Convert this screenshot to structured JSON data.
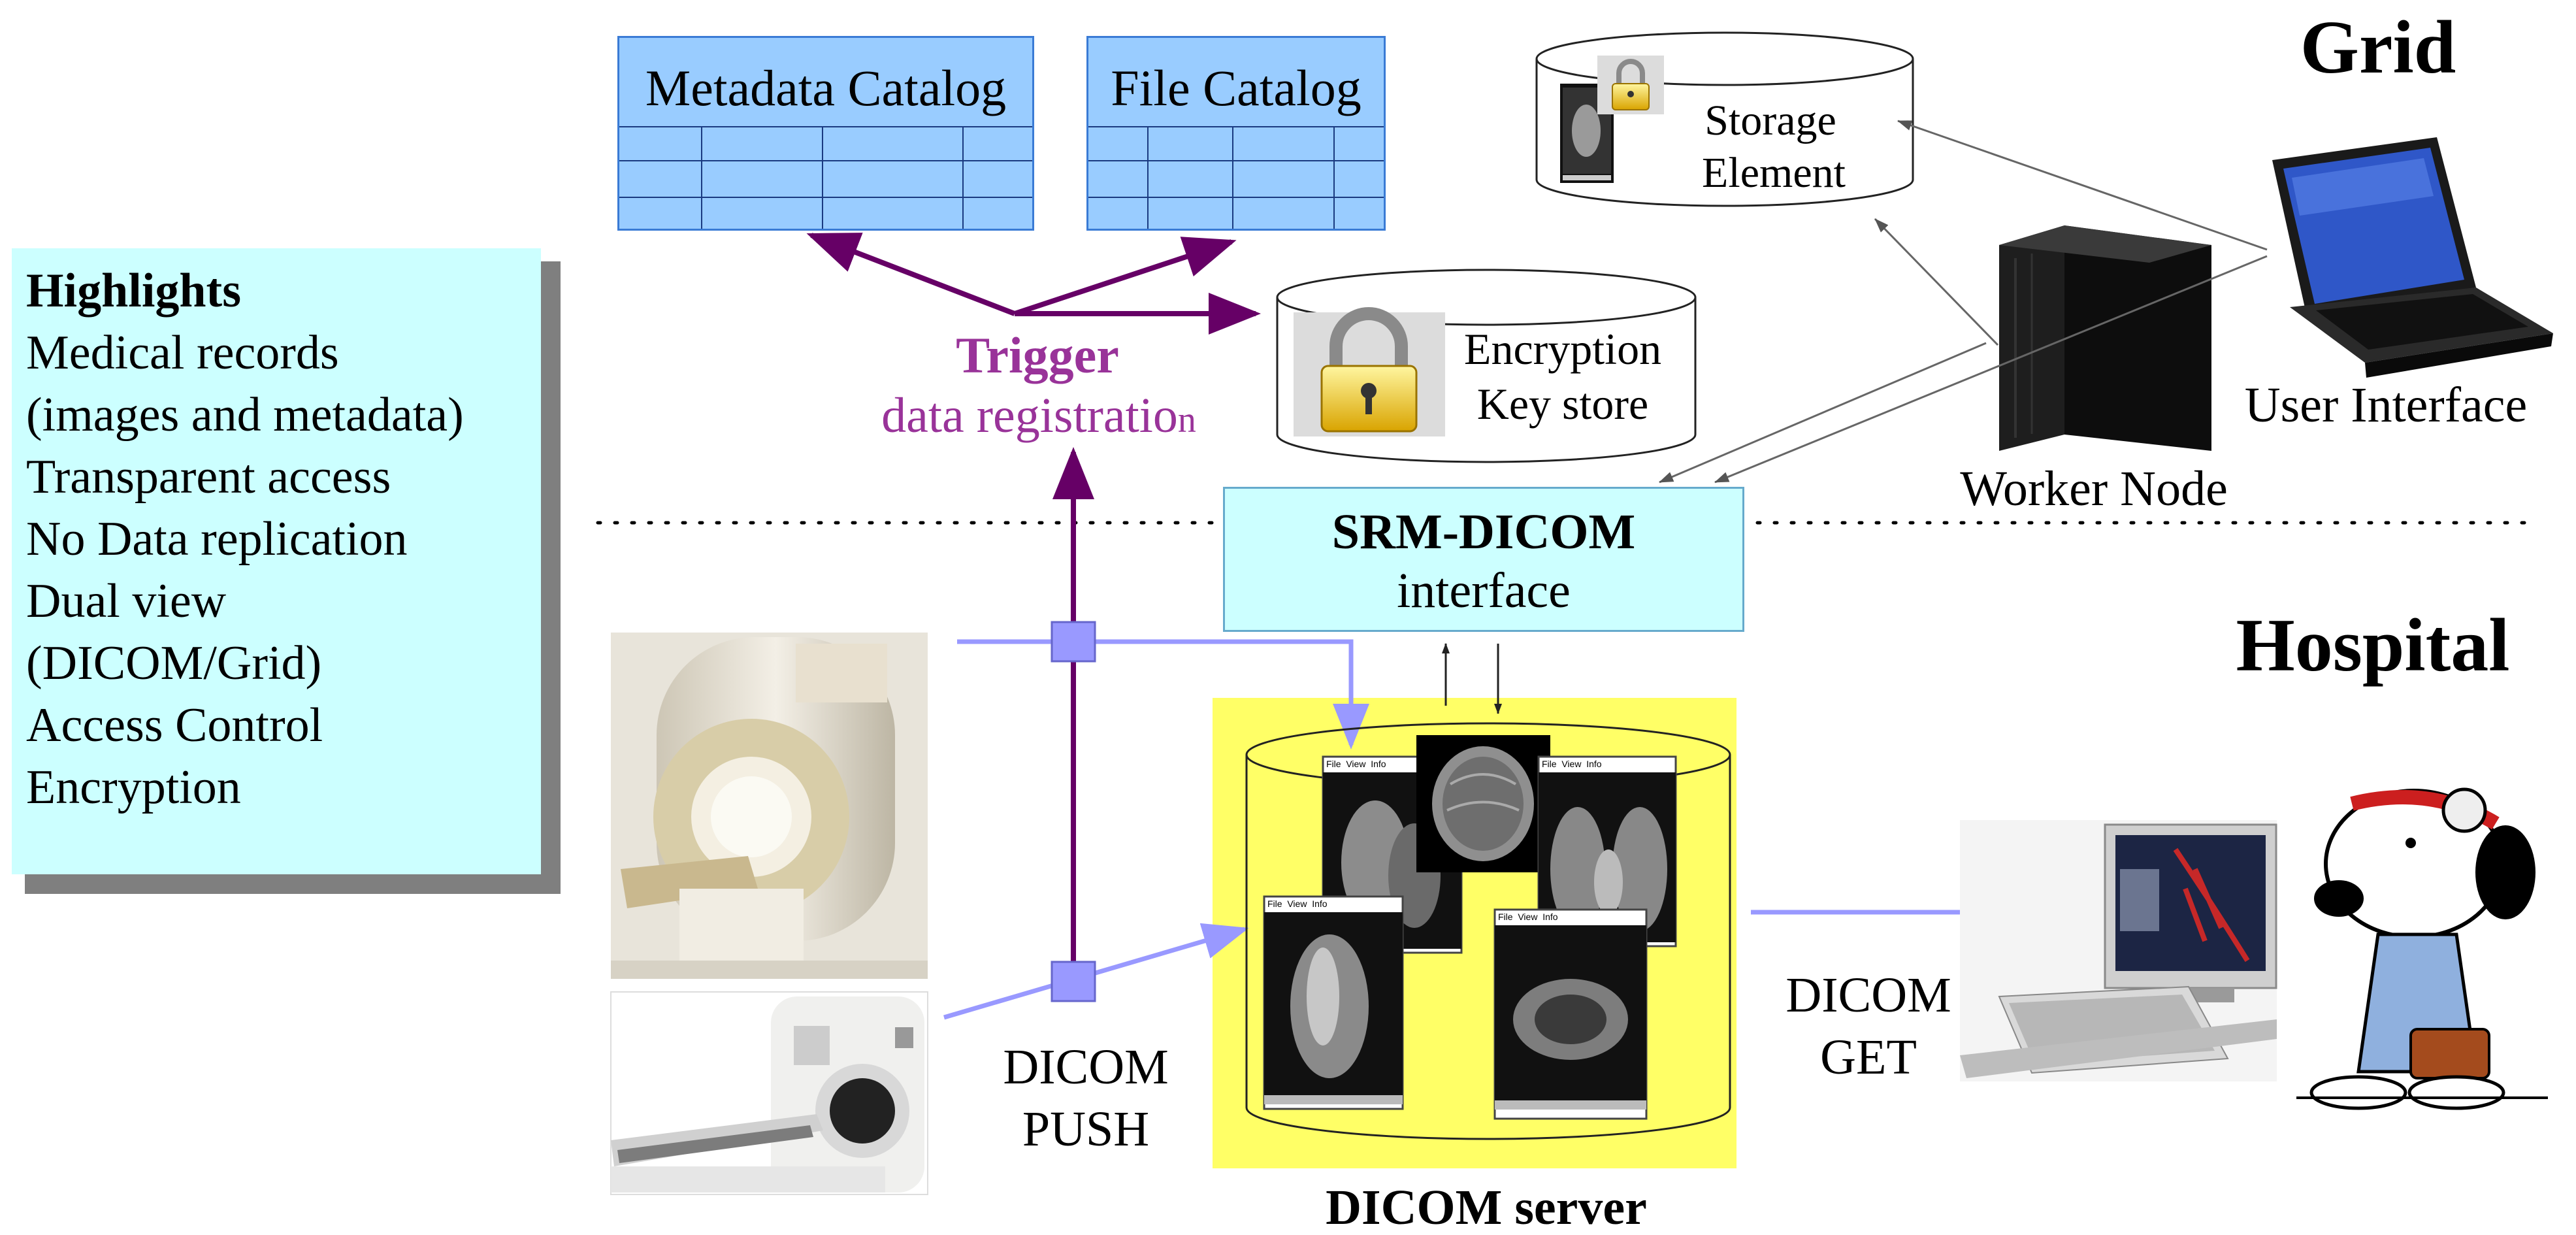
{
  "highlights": {
    "title": "Highlights",
    "items": [
      "Medical records",
      "(images and metadata)",
      "Transparent access",
      "No Data replication",
      "Dual view",
      "(DICOM/Grid)",
      "Access Control",
      "Encryption"
    ]
  },
  "catalogs": {
    "metadata": "Metadata Catalog",
    "file": "File Catalog"
  },
  "trigger": {
    "title": "Trigger",
    "subtitle": "data  registratio",
    "subtitle_tail": "n"
  },
  "encryption_store": {
    "line1": "Encryption",
    "line2": "Key store"
  },
  "storage_element": {
    "line1": "Storage",
    "line2": "Element"
  },
  "zones": {
    "grid": "Grid",
    "hospital": "Hospital"
  },
  "nodes": {
    "user_interface": "User Interface",
    "worker_node": "Worker Node"
  },
  "srm": {
    "title": "SRM-DICOM",
    "subtitle": "interface"
  },
  "dicom_server": {
    "label": "DICOM server"
  },
  "dicom_push": {
    "line1": "DICOM",
    "line2": "PUSH"
  },
  "dicom_get": {
    "line1": "DICOM",
    "line2": "GET"
  },
  "viewer_menu": [
    "File",
    "View",
    "Info"
  ],
  "colors": {
    "trigger_purple": "#993399",
    "arrow_purple": "#660066",
    "dicom_arrow_blue": "#9999ff",
    "highlight_bg": "#ccffff",
    "catalog_bg": "#99ccff",
    "server_bg": "#ffff66"
  }
}
